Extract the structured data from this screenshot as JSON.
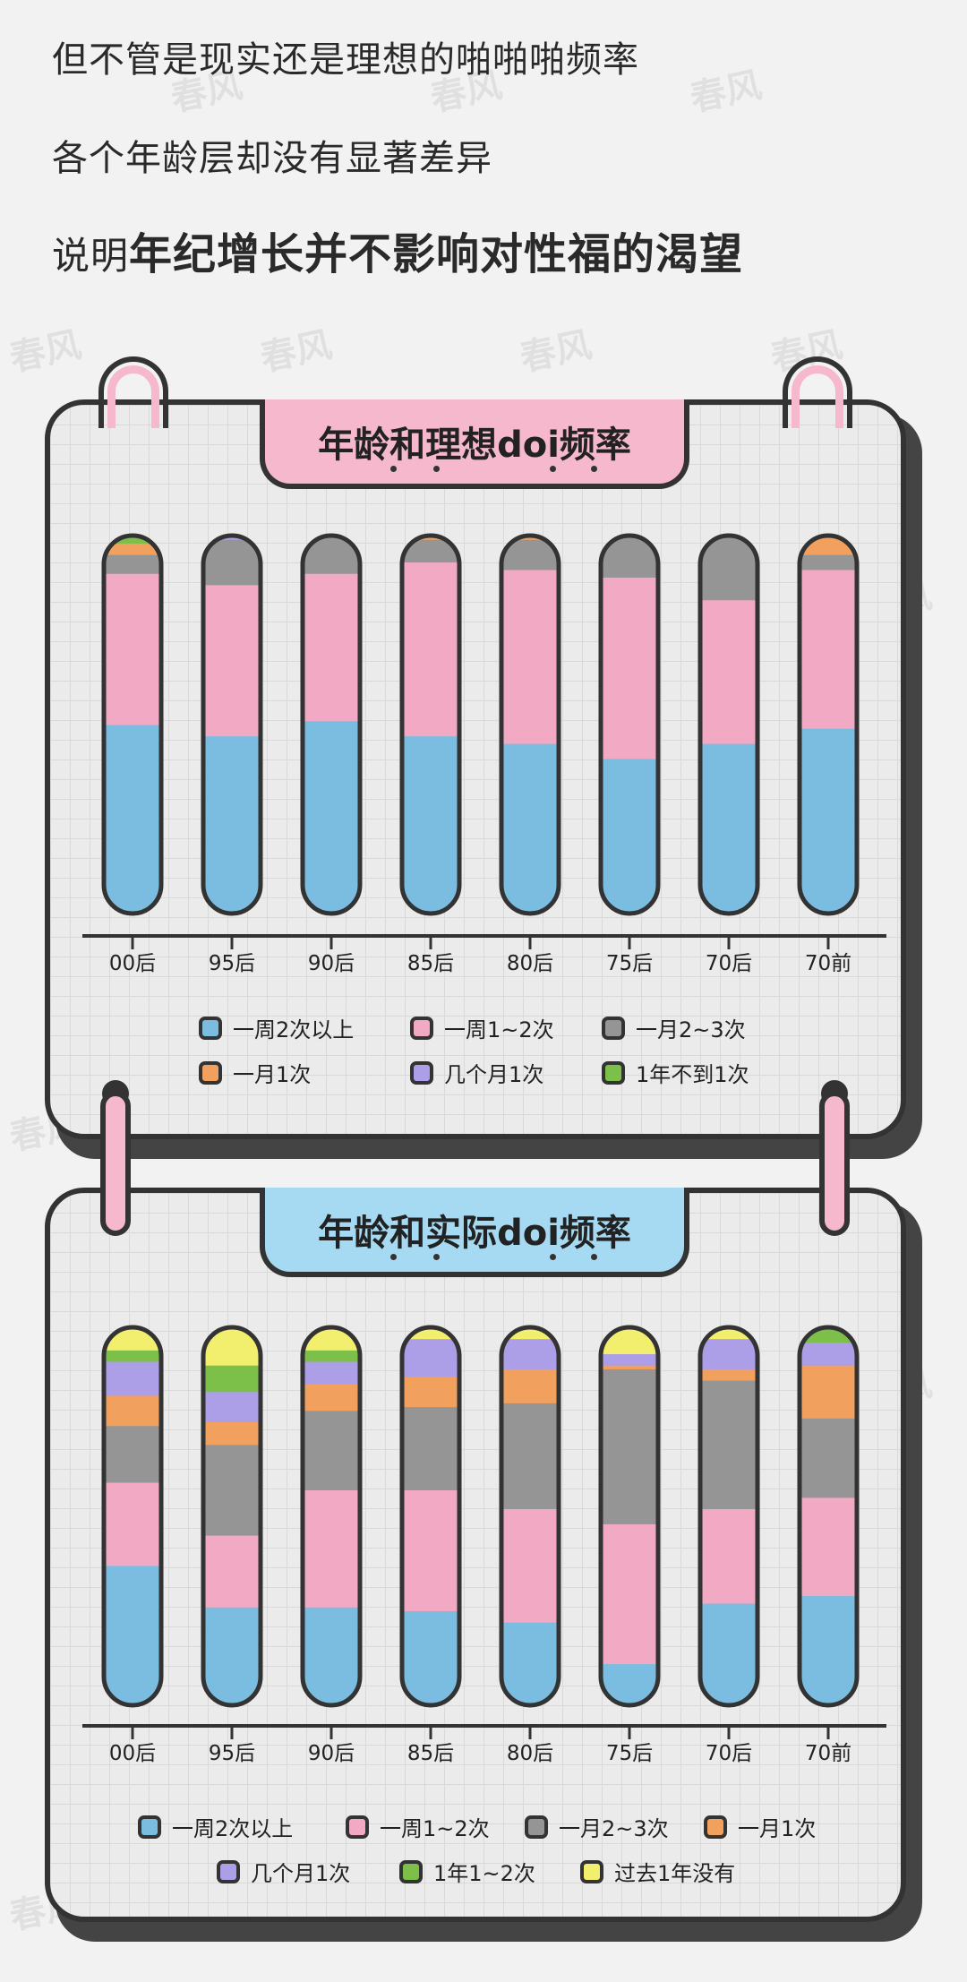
{
  "intro": {
    "line1": "但不管是现实还是理想的啪啪啪频率",
    "line2": "各个年龄层却没有显著差异",
    "line3_prefix": "说明",
    "line3_bold": "年纪增长并不影响对性福的渴望"
  },
  "watermark_text": "春风",
  "colors": {
    "blue": "#7bbde0",
    "pink": "#f2a9c4",
    "gray": "#959595",
    "orange": "#f2a05d",
    "purple": "#ad9ee8",
    "green": "#7cc04a",
    "yellow": "#f3ef6e",
    "tab_pink": "#f6b8cc",
    "tab_blue": "#a6daf3"
  },
  "chart_data": [
    {
      "type": "bar",
      "stacked": true,
      "orientation": "vertical",
      "title": "年龄和理想doi频率",
      "categories": [
        "00后",
        "95后",
        "90后",
        "85后",
        "80后",
        "75后",
        "70后",
        "70前"
      ],
      "ylim": [
        0,
        100
      ],
      "series": [
        {
          "name": "一周2次以上",
          "color": "#7bbde0",
          "values": [
            50,
            47,
            51,
            47,
            45,
            41,
            45,
            49
          ]
        },
        {
          "name": "一周1~2次",
          "color": "#f2a9c4",
          "values": [
            40,
            40,
            39,
            46,
            46,
            48,
            38,
            42
          ]
        },
        {
          "name": "一月2~3次",
          "color": "#959595",
          "values": [
            5,
            12,
            10,
            6,
            8,
            11,
            17,
            4
          ]
        },
        {
          "name": "一月1次",
          "color": "#f2a05d",
          "values": [
            3,
            0,
            0,
            1,
            1,
            0,
            0,
            5
          ]
        },
        {
          "name": "几个月1次",
          "color": "#ad9ee8",
          "values": [
            0,
            1,
            0,
            0,
            0,
            0,
            0,
            0
          ]
        },
        {
          "name": "1年不到1次",
          "color": "#7cc04a",
          "values": [
            2,
            0,
            0,
            0,
            0,
            0,
            0,
            0
          ]
        }
      ],
      "legend": [
        "一周2次以上",
        "一周1~2次",
        "一月2~3次",
        "一月1次",
        "几个月1次",
        "1年不到1次"
      ]
    },
    {
      "type": "bar",
      "stacked": true,
      "orientation": "vertical",
      "title": "年龄和实际doi频率",
      "categories": [
        "00后",
        "95后",
        "90后",
        "85后",
        "80后",
        "75后",
        "70后",
        "70前"
      ],
      "ylim": [
        0,
        100
      ],
      "series": [
        {
          "name": "一周2次以上",
          "color": "#7bbde0",
          "values": [
            37,
            26,
            26,
            25,
            22,
            11,
            27,
            29
          ]
        },
        {
          "name": "一周1~2次",
          "color": "#f2a9c4",
          "values": [
            22,
            19,
            31,
            32,
            30,
            37,
            25,
            26
          ]
        },
        {
          "name": "一月2~3次",
          "color": "#959595",
          "values": [
            15,
            24,
            21,
            22,
            28,
            41,
            34,
            21
          ]
        },
        {
          "name": "一月1次",
          "color": "#f2a05d",
          "values": [
            8,
            6,
            7,
            8,
            9,
            1,
            3,
            14
          ]
        },
        {
          "name": "几个月1次",
          "color": "#ad9ee8",
          "values": [
            9,
            8,
            6,
            10,
            8,
            3,
            8,
            6
          ]
        },
        {
          "name": "1年1~2次",
          "color": "#7cc04a",
          "values": [
            3,
            7,
            3,
            0,
            0,
            0,
            0,
            4
          ]
        },
        {
          "name": "过去1年没有",
          "color": "#f3ef6e",
          "values": [
            6,
            10,
            6,
            3,
            3,
            7,
            3,
            0
          ]
        }
      ],
      "legend": [
        "一周2次以上",
        "一周1~2次",
        "一月2~3次",
        "一月1次",
        "几个月1次",
        "1年1~2次",
        "过去1年没有"
      ]
    }
  ]
}
